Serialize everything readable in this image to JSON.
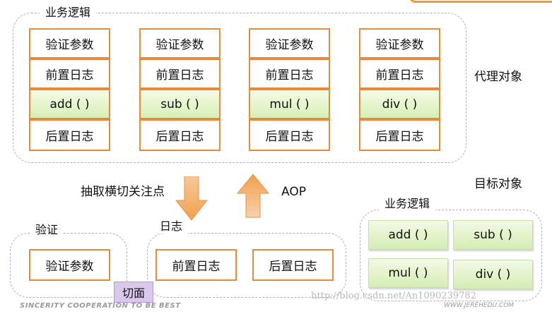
{
  "top_group": {
    "title": "业务逻辑",
    "columns": [
      {
        "validate": "验证参数",
        "before_log": "前置日志",
        "method": "add ( )",
        "after_log": "后置日志"
      },
      {
        "validate": "验证参数",
        "before_log": "前置日志",
        "method": "sub ( )",
        "after_log": "后置日志"
      },
      {
        "validate": "验证参数",
        "before_log": "前置日志",
        "method": "mul ( )",
        "after_log": "后置日志"
      },
      {
        "validate": "验证参数",
        "before_log": "前置日志",
        "method": "div ( )",
        "after_log": "后置日志"
      }
    ]
  },
  "proxy_label": "代理对象",
  "extract_label": "抽取横切关注点",
  "aop_label": "AOP",
  "target_label": "目标对象",
  "validation_group": {
    "title": "验证",
    "item": "验证参数"
  },
  "log_group": {
    "title": "日志",
    "before_log": "前置日志",
    "after_log": "后置日志"
  },
  "aspect_label": "切面",
  "target_group": {
    "title": "业务逻辑",
    "methods": [
      "add ( )",
      "sub ( )",
      "mul ( )",
      "div ( )"
    ]
  },
  "footer_left": "SINCERITY COOPERATION TO BE BEST",
  "footer_right": "WWW.JEREHEDU.COM",
  "watermark": "http://blog.csdn.net/An1090239782",
  "colors": {
    "box_border": "#e8883a",
    "method_fill": "#d7efb6",
    "arrow": "#f5b77a",
    "aspect_badge": "#d9c8ec",
    "dashed_border": "#aab0c4"
  }
}
